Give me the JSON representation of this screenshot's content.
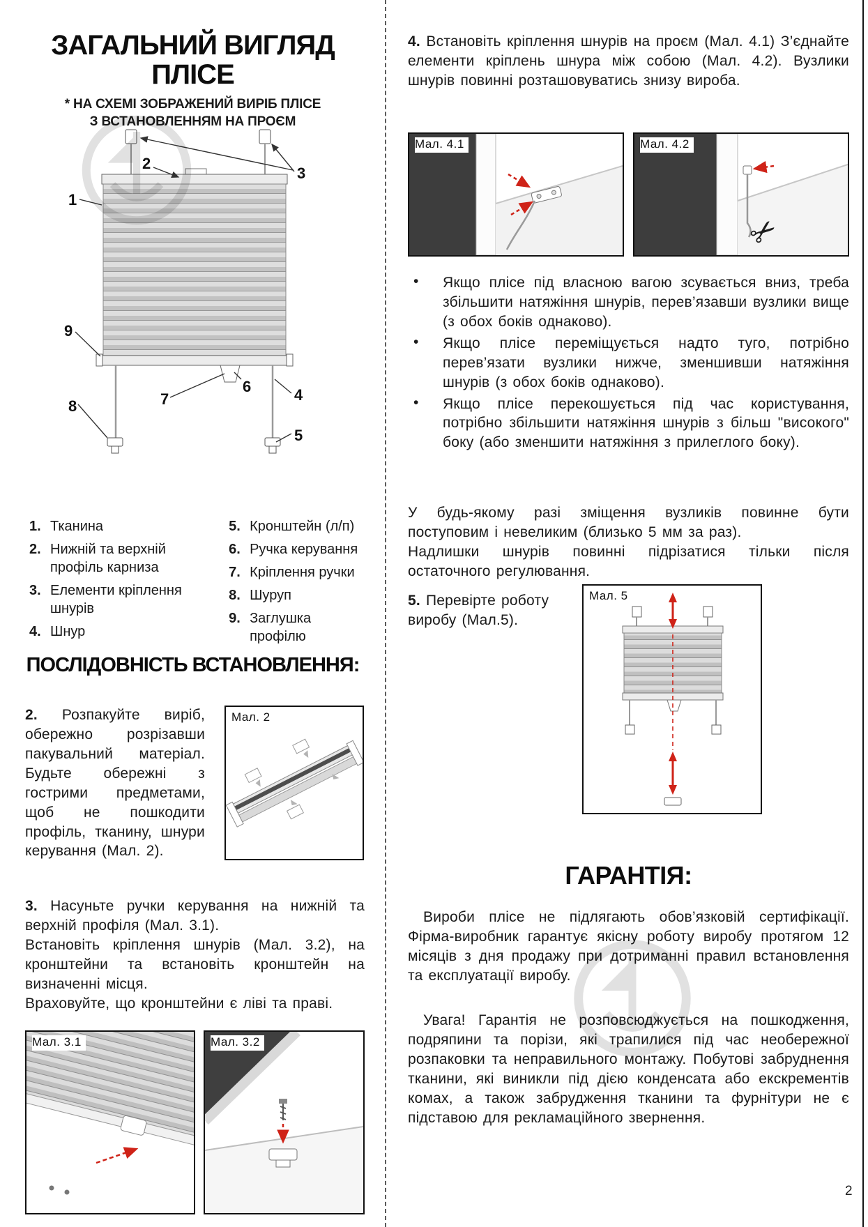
{
  "page": {
    "number": "2"
  },
  "left": {
    "title_line1": "ЗАГАЛЬНИЙ ВИГЛЯД",
    "title_line2": "ПЛІСЕ",
    "subtitle_line1": "* НА СХЕМІ ЗОБРАЖЕНИЙ ВИРІБ ПЛІСЕ",
    "subtitle_line2": "З ВСТАНОВЛЕННЯМ НА ПРОЄМ",
    "diagram": {
      "callouts": [
        "1",
        "2",
        "3",
        "4",
        "5",
        "6",
        "7",
        "8",
        "9"
      ]
    },
    "legend": {
      "col1": [
        {
          "num": "1.",
          "text": "Тканина"
        },
        {
          "num": "2.",
          "text": "Нижній та верхній профіль карниза"
        },
        {
          "num": "3.",
          "text": "Елементи кріплення шнурів"
        },
        {
          "num": "4.",
          "text": "Шнур"
        }
      ],
      "col2": [
        {
          "num": "5.",
          "text": "Кронштейн (л/п)"
        },
        {
          "num": "6.",
          "text": "Ручка керування"
        },
        {
          "num": "7.",
          "text": "Кріплення ручки"
        },
        {
          "num": "8.",
          "text": "Шуруп"
        },
        {
          "num": "9.",
          "text": "Заглушка профілю"
        }
      ]
    },
    "sequence_heading": "ПОСЛІДОВНІСТЬ ВСТАНОВЛЕННЯ:",
    "step2": {
      "num": "2.",
      "text": "Розпакуйте виріб, обережно розрізавши пакувальний матеріал. Будьте обережні з гострими предметами, щоб не пошкодити профіль, тканину, шнури керування (Мал. 2)."
    },
    "fig2_label": "Мал. 2",
    "step3": {
      "num": "3.",
      "text1": "Насуньте ручки керування на нижній та верхній профіля (Мал. 3.1).",
      "text2": "Встановіть кріплення шнурів (Мал. 3.2), на кронштейни та встановіть кронштейн на визначенні місця.",
      "text3": "Враховуйте, що кронштейни є ліві та праві."
    },
    "fig31_label": "Мал. 3.1",
    "fig32_label": "Мал. 3.2"
  },
  "right": {
    "step4": {
      "num": "4.",
      "text": "Встановіть кріплення шнурів на проєм (Мал. 4.1) З’єднайте елементи кріплень шнура між собою (Мал. 4.2). Вузлики шнурів повинні розташовуватись знизу вироба."
    },
    "fig41_label": "Мал. 4.1",
    "fig42_label": "Мал. 4.2",
    "bullet_char": "•",
    "bullets": [
      "Якщо плісе під власною вагою зсувається вниз, треба збільшити натяжіння шнурів, перев’язавши вузлики вище (з обох боків однаково).",
      "Якщо плісе переміщується надто туго, потрібно перев’язати вузлики нижче, зменшивши натяжіння шнурів (з обох боків однаково).",
      "Якщо плісе перекошується під час користування, потрібно збільшити натяжіння шнурів з більш \"високого\" боку (або зменшити натяжіння з прилеглого боку)."
    ],
    "note1": "У будь-якому разі зміщення вузликів повинне бути поступовим і невеликим (близько 5 мм за раз).",
    "note2": "Надлишки шнурів повинні підрізатися тільки після остаточного регулювання.",
    "step5": {
      "num": "5.",
      "text": "Перевірте роботу виробу (Мал.5)."
    },
    "fig5_label": "Мал. 5",
    "warranty_heading": "ГАРАНТІЯ:",
    "warranty_p1": "Вироби плісе не підлягають обов’язковій сертифікації. Фірма-виробник гарантує якісну роботу виробу протягом 12 місяців з дня продажу при дотриманні правил встановлення та експлуатації виробу.",
    "warranty_p2": "Увага! Гарантія не розповсюджується на пошкодження, подряпини та порізи, які трапилися під час необережної розпаковки та неправильного монтажу. Побутові забруднення тканини, які виникли під дією конденсата або екскрементів комах, а також забрудження тканини та фурнітури не є підставою для рекламаційного звернення."
  }
}
